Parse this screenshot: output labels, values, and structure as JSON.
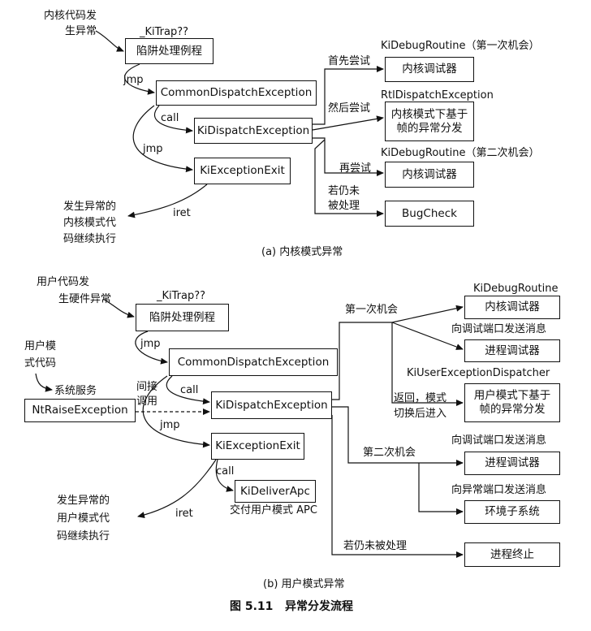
{
  "part_a": {
    "start_label": [
      "内核代码发",
      "生异常"
    ],
    "kitrap_label": "_KiTrap??",
    "trap_box": "陷阱处理例程",
    "jmp1": "jmp",
    "common_dispatch": "CommonDispatchException",
    "call": "call",
    "jmp2": "jmp",
    "ki_dispatch": "KiDispatchException",
    "ki_exit": "KiExceptionExit",
    "iret": "iret",
    "end_label": [
      "发生异常的",
      "内核模式代",
      "码继续执行"
    ],
    "first_try": "首先尝试",
    "debug_routine_1": "KiDebugRoutine（第一次机会）",
    "kernel_debugger_1": "内核调试器",
    "then_try": "然后尝试",
    "rtl_dispatch": "RtlDispatchException",
    "kernel_frame_dispatch": [
      "内核模式下基于",
      "帧的异常分发"
    ],
    "retry": "再尝试",
    "debug_routine_2": "KiDebugRoutine（第二次机会）",
    "kernel_debugger_2": "内核调试器",
    "unhandled": [
      "若仍未",
      "被处理"
    ],
    "bugcheck": "BugCheck",
    "caption": "(a)  内核模式异常"
  },
  "part_b": {
    "start_label": [
      "用户代码发",
      "生硬件异常"
    ],
    "kitrap_label": "_KiTrap??",
    "trap_box": "陷阱处理例程",
    "jmp1": "jmp",
    "common_dispatch": "CommonDispatchException",
    "user_code_label": [
      "用户模",
      "式代码"
    ],
    "system_service": "系统服务",
    "nt_raise": "NtRaiseException",
    "indirect_call": [
      "间接",
      "调用"
    ],
    "call": "call",
    "jmp2": "jmp",
    "ki_dispatch": "KiDispatchException",
    "ki_exit": "KiExceptionExit",
    "call2": "call",
    "ki_deliver_apc": "KiDeliverApc",
    "deliver_apc_label": "交付用户模式 APC",
    "iret": "iret",
    "end_label": [
      "发生异常的",
      "用户模式代",
      "码继续执行"
    ],
    "first_chance": "第一次机会",
    "debug_routine": "KiDebugRoutine",
    "kernel_debugger": "内核调试器",
    "send_to_debug_port_1": "向调试端口发送消息",
    "process_debugger_1": "进程调试器",
    "user_exception_dispatcher": "KiUserExceptionDispatcher",
    "return_switch": [
      "返回，模式",
      "切换后进入"
    ],
    "user_frame_dispatch": [
      "用户模式下基于",
      "帧的异常分发"
    ],
    "second_chance": "第二次机会",
    "send_to_debug_port_2": "向调试端口发送消息",
    "process_debugger_2": "进程调试器",
    "send_to_exception_port": "向异常端口发送消息",
    "env_subsystem": "环境子系统",
    "still_unhandled": "若仍未被处理",
    "process_terminate": "进程终止",
    "caption": "(b)  用户模式异常"
  },
  "figure_caption": {
    "label": "图",
    "number": "5.11",
    "title": "异常分发流程"
  }
}
